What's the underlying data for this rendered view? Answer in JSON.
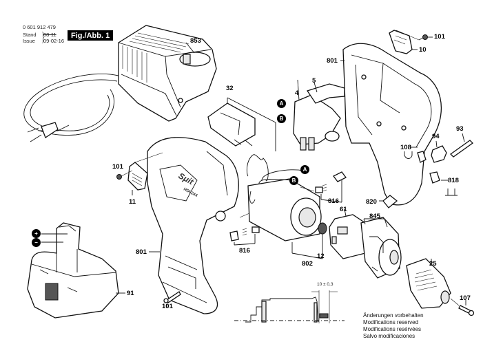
{
  "header": {
    "part_number": "0 601 912 479",
    "stand_label": "Stand",
    "issue_label": "Issue",
    "stand_value": "08-11",
    "issue_value": "09-02-16",
    "figure_label": "Fig./Abb. 1"
  },
  "callouts": {
    "c853": "853",
    "c32": "32",
    "c4": "4",
    "c5": "5",
    "c801_top": "801",
    "c101_top": "101",
    "c10": "10",
    "c93": "93",
    "c94": "94",
    "c108": "108",
    "c818": "818",
    "c820": "820",
    "c101_left": "101",
    "c11": "11",
    "c816_upper": "816",
    "c816_lower": "816",
    "c61": "61",
    "c845": "845",
    "c12": "12",
    "c802": "802",
    "c801_bottom": "801",
    "c91": "91",
    "c101_bottom": "101",
    "c25": "25",
    "c107": "107"
  },
  "connectors": {
    "a": "A",
    "b": "B",
    "plus": "+",
    "minus": "−"
  },
  "tool_branding": {
    "logo": "Sμit",
    "model": "HDI 244"
  },
  "dimension_note": "10 ± 0,3",
  "notes": [
    "Änderungen vorbehalten",
    "Modifications reserved",
    "Modifications resérvées",
    "Salvo modificaciones"
  ]
}
